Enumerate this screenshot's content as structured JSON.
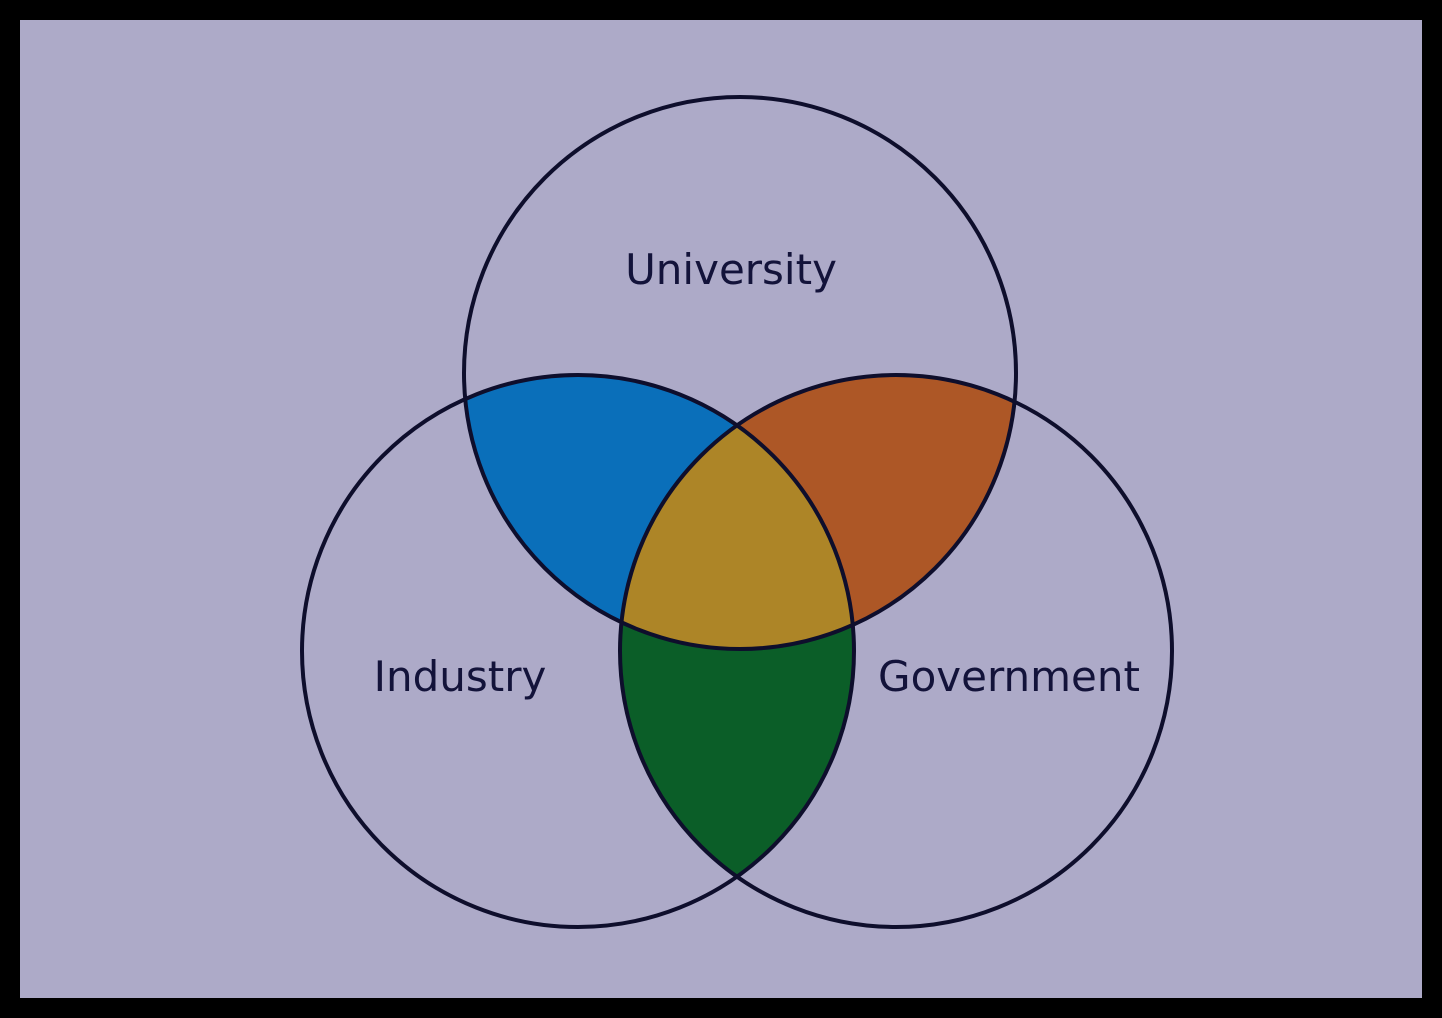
{
  "diagram": {
    "type": "venn-3",
    "sets": [
      {
        "key": "university",
        "label": "University"
      },
      {
        "key": "industry",
        "label": "Industry"
      },
      {
        "key": "government",
        "label": "Government"
      }
    ],
    "overlap_colors": {
      "university_industry": "#0a6fba",
      "university_government": "#ad5726",
      "industry_government": "#0b5e28",
      "all_three": "#ad8527"
    },
    "background_color": "#adaac8",
    "frame_color": "#000000",
    "outline_color": "#0e0e2c"
  }
}
